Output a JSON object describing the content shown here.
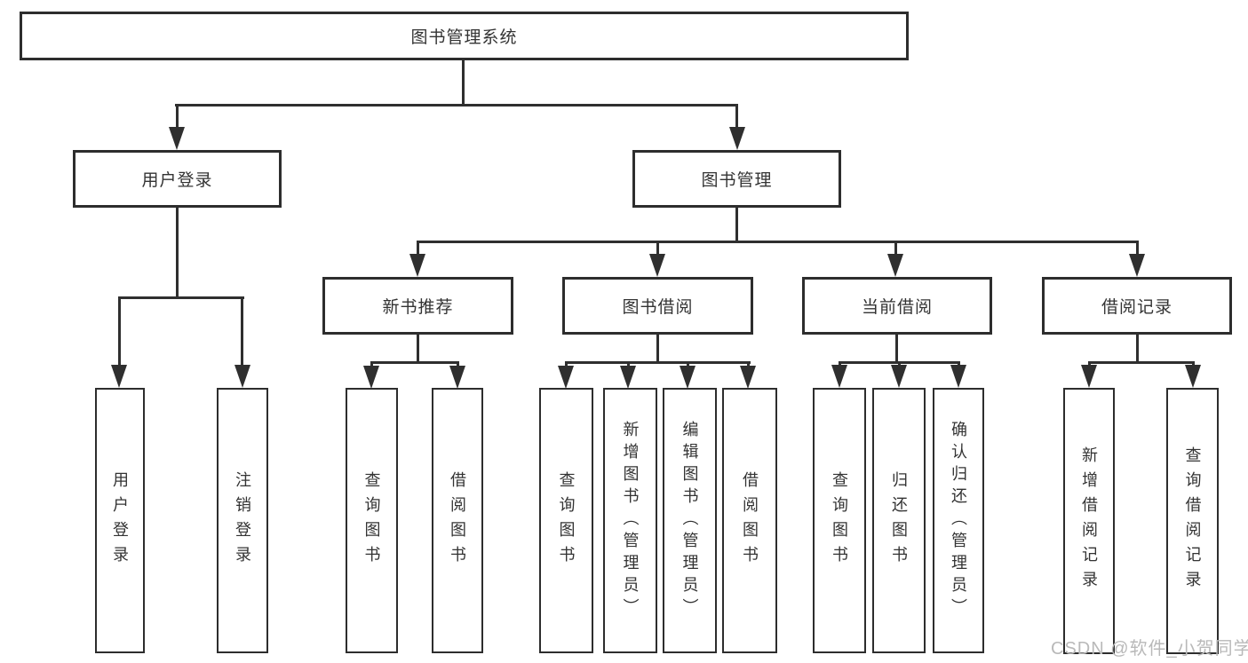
{
  "diagram": {
    "root": "图书管理系统",
    "level2": [
      "用户登录",
      "图书管理"
    ],
    "level3": [
      "新书推荐",
      "图书借阅",
      "当前借阅",
      "借阅记录"
    ],
    "leaves": [
      "用户登录",
      "注销登录",
      "查询图书",
      "借阅图书",
      "查询图书",
      "新增图书（管理员）",
      "编辑图书（管理员）",
      "借阅图书",
      "查询图书",
      "归还图书",
      "确认归还（管理员）",
      "新增借阅记录",
      "查询借阅记录"
    ],
    "edges": [
      [
        "图书管理系统",
        "用户登录"
      ],
      [
        "图书管理系统",
        "图书管理"
      ],
      [
        "用户登录",
        "用户登录"
      ],
      [
        "用户登录",
        "注销登录"
      ],
      [
        "图书管理",
        "新书推荐"
      ],
      [
        "图书管理",
        "图书借阅"
      ],
      [
        "图书管理",
        "当前借阅"
      ],
      [
        "图书管理",
        "借阅记录"
      ],
      [
        "新书推荐",
        "查询图书"
      ],
      [
        "新书推荐",
        "借阅图书"
      ],
      [
        "图书借阅",
        "查询图书"
      ],
      [
        "图书借阅",
        "新增图书（管理员）"
      ],
      [
        "图书借阅",
        "编辑图书（管理员）"
      ],
      [
        "图书借阅",
        "借阅图书"
      ],
      [
        "当前借阅",
        "查询图书"
      ],
      [
        "当前借阅",
        "归还图书"
      ],
      [
        "当前借阅",
        "确认归还（管理员）"
      ],
      [
        "借阅记录",
        "新增借阅记录"
      ],
      [
        "借阅记录",
        "查询借阅记录"
      ]
    ]
  },
  "watermark": "CSDN @软件_小贺同学",
  "colors": {
    "line": "#2f2f2f",
    "border": "#2d2d2d",
    "text": "#333333",
    "wm": "#b9b9b9",
    "bg": "#ffffff"
  }
}
